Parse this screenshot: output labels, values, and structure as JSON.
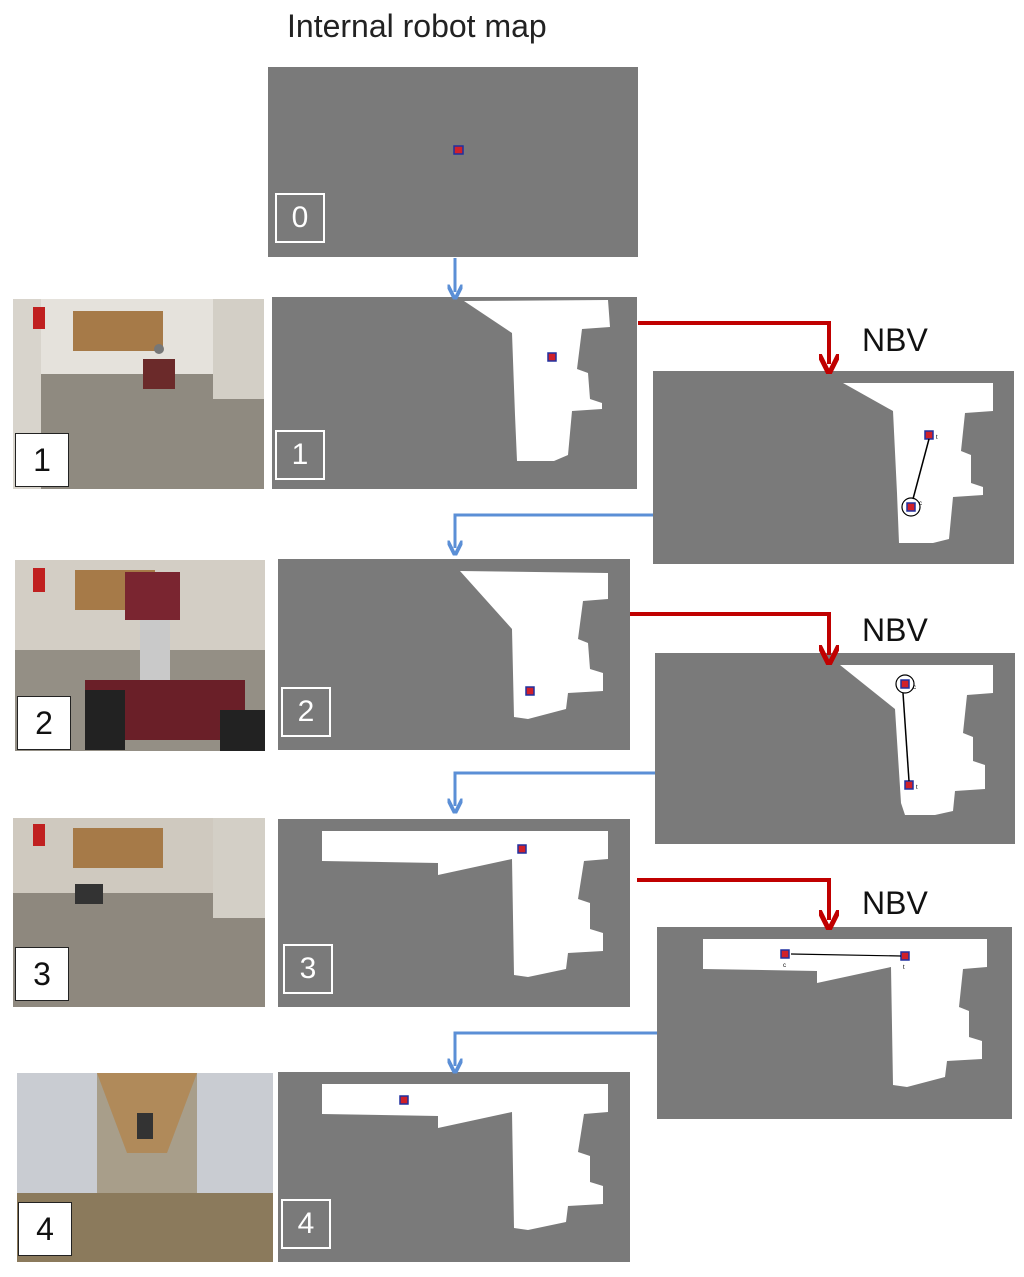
{
  "title": "Internal robot map",
  "nbv_label": "NBV",
  "maps": [
    {
      "label": "0"
    },
    {
      "label": "1"
    },
    {
      "label": "2"
    },
    {
      "label": "3"
    },
    {
      "label": "4"
    }
  ],
  "photos": [
    {
      "label": "1"
    },
    {
      "label": "2"
    },
    {
      "label": "3"
    },
    {
      "label": "4"
    }
  ],
  "nbv_maps": [
    {
      "start_marker": "t",
      "goal_marker": "c"
    },
    {
      "start_marker": "t",
      "goal_marker": "c"
    },
    {
      "start_marker": "t",
      "goal_marker": "c"
    }
  ],
  "colors": {
    "map_unknown": "#7a7a7a",
    "map_free": "#ffffff",
    "robot": "#d0202a",
    "flow_arrow": "#5b8fd6",
    "nbv_arrow": "#c00000"
  }
}
